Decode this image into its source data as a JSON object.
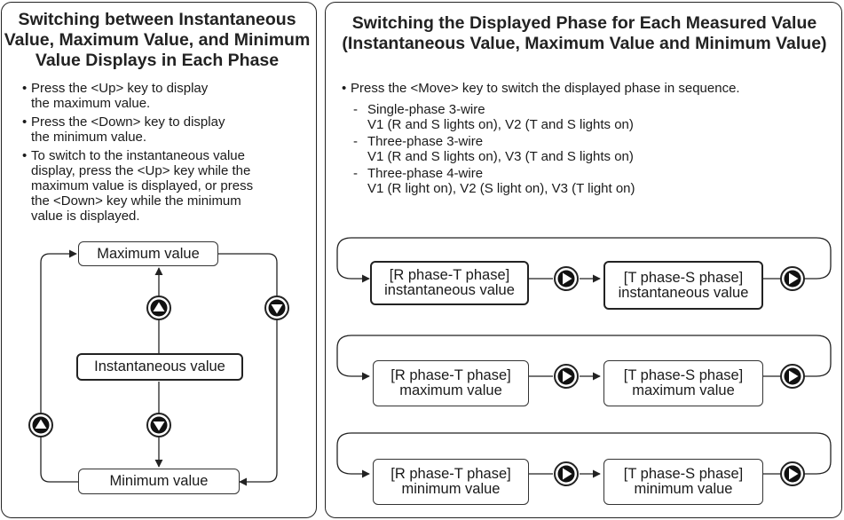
{
  "left": {
    "title": "Switching between Instantaneous\nValue, Maximum Value, and Minimum\nValue Displays in Each Phase",
    "bullets": [
      "Press the <Up> key to display\nthe maximum value.",
      "Press the <Down> key to display\nthe minimum value.",
      "To switch to the instantaneous value\ndisplay, press the <Up> key while the\nmaximum value is displayed, or press\nthe <Down> key while the minimum\nvalue is displayed."
    ],
    "diagram": {
      "max_label": "Maximum value",
      "inst_label": "Instantaneous value",
      "min_label": "Minimum value",
      "up_icon": "up-key-icon",
      "down_icon": "down-key-icon"
    }
  },
  "right": {
    "title": "Switching the Displayed Phase for Each Measured Value\n(Instantaneous Value, Maximum Value and Minimum Value)",
    "intro": "Press the <Move> key to switch the displayed phase in sequence.",
    "wiring": [
      {
        "type": "Single-phase 3-wire",
        "detail": "V1 (R and S lights on), V2 (T and S lights on)"
      },
      {
        "type": "Three-phase 3-wire",
        "detail": "V1 (R and S lights on), V3 (T and S lights on)"
      },
      {
        "type": "Three-phase 4-wire",
        "detail": "V1 (R light on), V2 (S light on), V3 (T light on)"
      }
    ],
    "rows": [
      {
        "box1": "[R phase-T phase]\ninstantaneous value",
        "box2": "[T phase-S phase]\ninstantaneous value"
      },
      {
        "box1": "[R phase-T phase]\nmaximum value",
        "box2": "[T phase-S phase]\nmaximum value"
      },
      {
        "box1": "[R phase-T phase]\nminimum value",
        "box2": "[T phase-S phase]\nminimum value"
      }
    ],
    "move_icon": "move-key-icon"
  }
}
